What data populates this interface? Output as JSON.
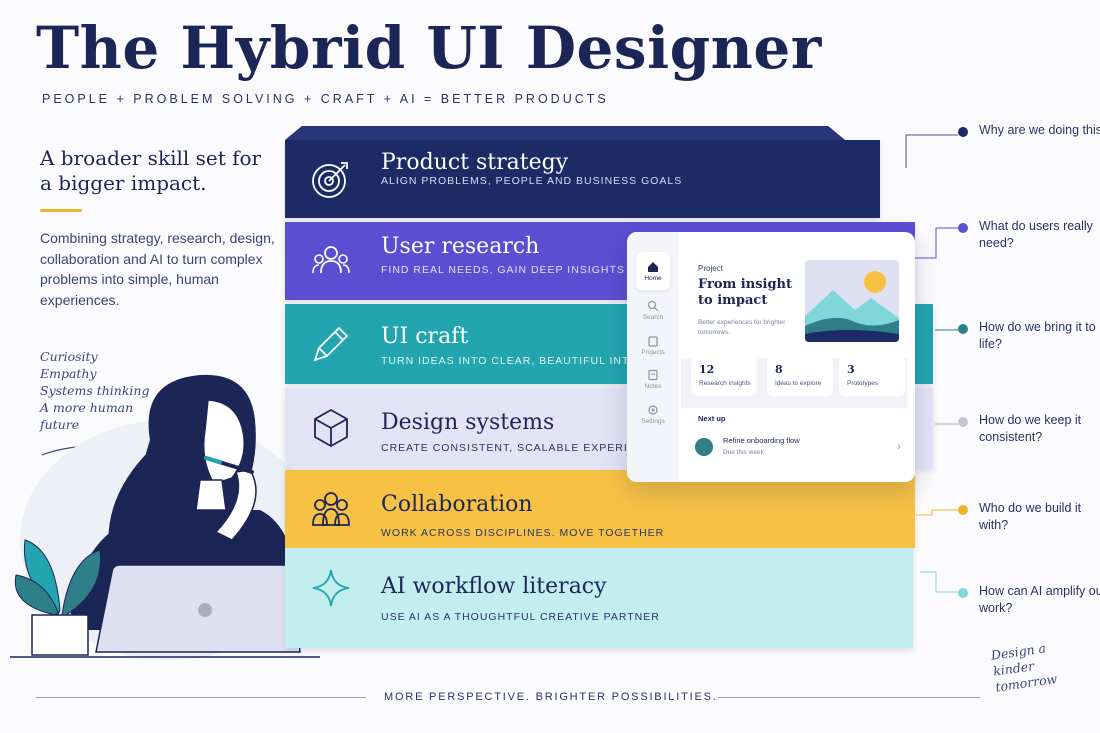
{
  "header": {
    "title": "The Hybrid UI Designer",
    "subtitle": "PEOPLE + PROBLEM SOLVING + CRAFT + AI = BETTER PRODUCTS"
  },
  "intro": {
    "heading": "A broader skill set for a bigger impact.",
    "body": "Combining strategy, research, design, collaboration and AI to turn complex problems into simple, human experiences."
  },
  "handwritten_notes": [
    "Curiosity",
    "Empathy",
    "Systems thinking",
    "A more human future"
  ],
  "colors": {
    "strategy": "#1c2a66",
    "research": "#5a4fd2",
    "craft": "#23a5b0",
    "systems": "#e4e3f6",
    "collaboration": "#f7c244",
    "ai": "#c2eef0",
    "accent": "#f0b429",
    "ink": "#1b2657"
  },
  "layers": [
    {
      "title": "Product strategy",
      "subtitle": "ALIGN PROBLEMS, PEOPLE AND BUSINESS GOALS",
      "icon": "target-icon"
    },
    {
      "title": "User research",
      "subtitle": "FIND REAL NEEDS, GAIN DEEP INSIGHTS",
      "icon": "users-icon"
    },
    {
      "title": "UI craft",
      "subtitle": "TURN IDEAS INTO CLEAR, BEAUTIFUL INTERFACES",
      "icon": "pencil-icon"
    },
    {
      "title": "Design systems",
      "subtitle": "CREATE CONSISTENT, SCALABLE EXPERIENCES",
      "icon": "cube-icon"
    },
    {
      "title": "Collaboration",
      "subtitle": "WORK ACROSS DISCIPLINES. MOVE TOGETHER",
      "icon": "team-icon"
    },
    {
      "title": "AI workflow literacy",
      "subtitle": "USE AI AS A THOUGHTFUL CREATIVE PARTNER",
      "icon": "sparkle-icon"
    }
  ],
  "questions": [
    {
      "text": "Why are we doing this?",
      "color": "#1c2a66"
    },
    {
      "text": "What do users really need?",
      "color": "#5a4fd2"
    },
    {
      "text": "How do we bring it to life?",
      "color": "#2f7f8a"
    },
    {
      "text": "How do we keep it consistent?",
      "color": "#c4c6d8"
    },
    {
      "text": "Who do we build it with?",
      "color": "#f0b429"
    },
    {
      "text": "How can AI amplify our work?",
      "color": "#7fd7dc"
    }
  ],
  "app_card": {
    "nav": [
      "Home",
      "Search",
      "Projects",
      "Notes",
      "Settings"
    ],
    "project_label": "Project",
    "project_title": "From insight to impact",
    "project_subtitle": "Better experiences for brighter tomorrows.",
    "stats": [
      {
        "value": "12",
        "label": "Research insights"
      },
      {
        "value": "8",
        "label": "Ideas to explore"
      },
      {
        "value": "3",
        "label": "Prototypes"
      }
    ],
    "next_up_label": "Next up",
    "task_title": "Refine onboarding flow",
    "task_due": "Due this week"
  },
  "footer": {
    "tagline": "MORE PERSPECTIVE. BRIGHTER POSSIBILITIES.",
    "signoff": "Design a kinder tomorrow"
  }
}
